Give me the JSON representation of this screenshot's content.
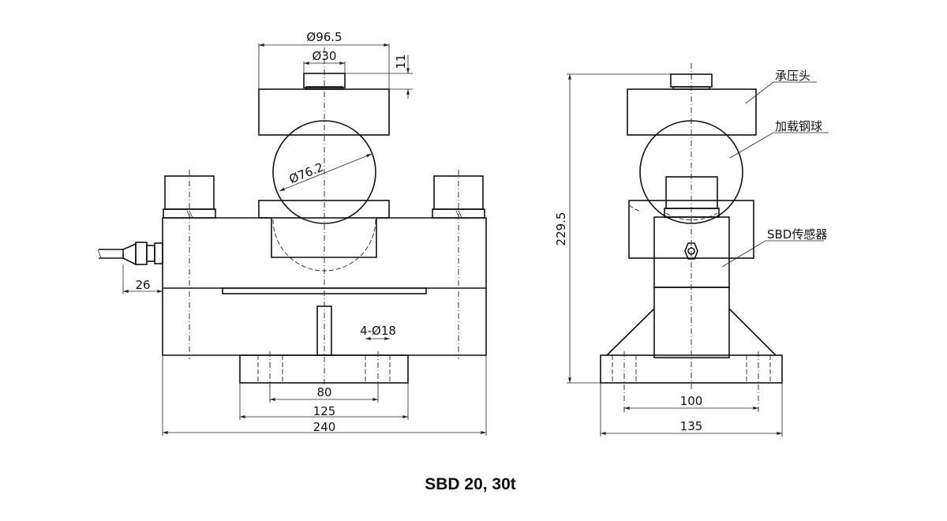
{
  "title": "SBD 20, 30t",
  "front_view": {
    "dim_cap_diameter": "Ø96.5",
    "dim_top_diameter": "Ø30",
    "dim_top_height": "11",
    "dim_ball_diameter": "Ø76.2",
    "dim_cable": "26",
    "dim_holes": "4-Ø18",
    "dim_hole_spacing": "80",
    "dim_base_width": "125",
    "dim_total_length": "240"
  },
  "side_view": {
    "dim_total_height": "229.5",
    "dim_hole_spacing": "100",
    "dim_base_width": "135",
    "labels": [
      "承压头",
      "加载钢球",
      "SBD传感器"
    ]
  }
}
